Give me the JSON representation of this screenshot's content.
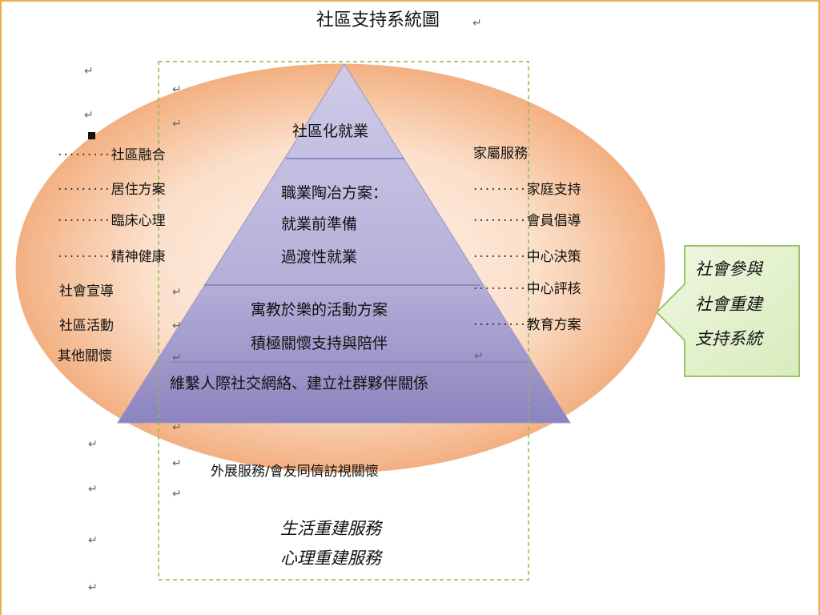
{
  "title": "社區支持系統圖",
  "para_mark": "↵",
  "dot_leader": "·········",
  "pyramid": {
    "top": "社區化就業",
    "middle_upper": [
      "職業陶冶方案：",
      "就業前準備",
      "過渡性就業"
    ],
    "middle_lower": [
      "寓教於樂的活動方案",
      "積極關懷支持與陪伴"
    ],
    "base": "維繫人際社交網絡、建立社群夥伴關係"
  },
  "left_items": [
    "社區融合",
    "居住方案",
    "臨床心理",
    "精神健康",
    "社會宣導",
    "社區活動",
    "其他關懷"
  ],
  "right_items": [
    "家屬服務",
    "家庭支持",
    "會員倡導",
    "中心決策",
    "中心評核",
    "教育方案"
  ],
  "outreach": "外展服務/會友同儕訪視關懷",
  "rebuild_services": [
    "生活重建服務",
    "心理重建服務"
  ],
  "callout": [
    "社會參與",
    "社會重建",
    "支持系統"
  ],
  "colors": {
    "ellipse_center": "#fbe6d6",
    "ellipse_edge": "#f2a877",
    "pyramid_top": "#c5c0e0",
    "pyramid_bottom": "#8f87c0",
    "callout_fill": "#e4f1cf",
    "callout_border": "#9cc56a",
    "dashed_box": "#8dbb4c",
    "frame": "#e6b24a"
  }
}
